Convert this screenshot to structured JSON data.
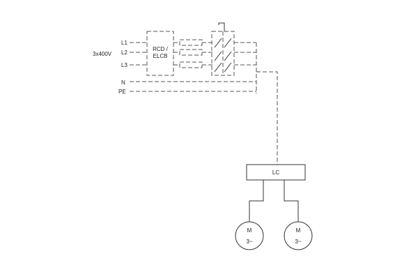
{
  "supply": {
    "voltage": "3x400V",
    "phases": [
      "L1",
      "L2",
      "L3"
    ],
    "neutral": "N",
    "earth": "PE"
  },
  "rcd": {
    "line1": "RCD /",
    "line2": "ELCB"
  },
  "controller": {
    "label": "LC"
  },
  "motors": [
    {
      "label": "M",
      "sub": "3~"
    },
    {
      "label": "M",
      "sub": "3~"
    }
  ]
}
